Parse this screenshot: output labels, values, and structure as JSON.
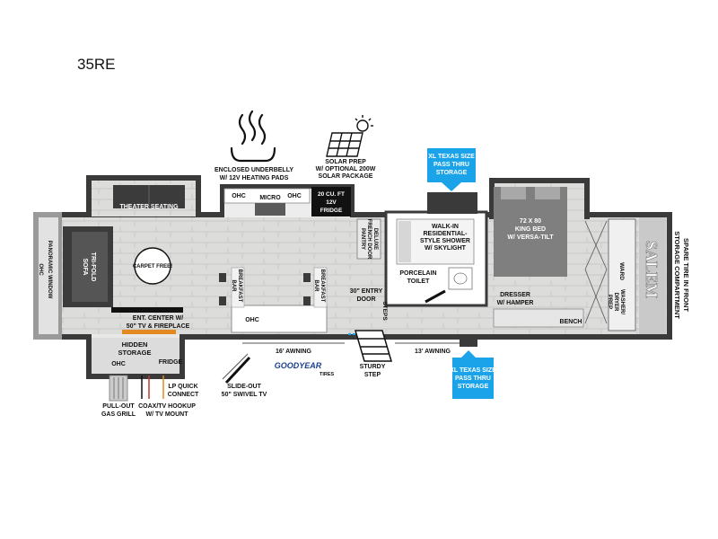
{
  "model": "35RE",
  "icons": {
    "underbelly": {
      "icon": "heat-waves-icon",
      "line1": "ENCLOSED UNDERBELLY",
      "line2": "W/ 12V HEATING PADS"
    },
    "solar": {
      "icon": "solar-panel-icon",
      "line1": "SOLAR PREP",
      "line2": "W/ OPTIONAL 200W",
      "line3": "SOLAR PACKAGE"
    }
  },
  "callouts": {
    "pass_thru_top": {
      "line1": "XL TEXAS SIZE",
      "line2": "PASS THRU",
      "line3": "STORAGE",
      "color": "#1aa3e8"
    },
    "pass_thru_bottom": {
      "line1": "XL TEXAS SIZE",
      "line2": "PASS THRU",
      "line3": "STORAGE",
      "color": "#1aa3e8"
    }
  },
  "rooms": {
    "theater_seating": "THEATER SEATING",
    "ohc_kitchen_left": "OHC",
    "micro": "MICRO",
    "ohc_kitchen_right": "OHC",
    "fridge": {
      "line1": "20 CU. FT",
      "line2": "12V",
      "line3": "FRIDGE"
    },
    "pantry": {
      "line1": "DELUXE",
      "line2": "FRENCH DOOR",
      "line3": "PANTRY"
    },
    "shower": {
      "line1": "WALK-IN",
      "line2": "RESIDENTIAL-",
      "line3": "STYLE SHOWER",
      "line4": "W/ SKYLIGHT"
    },
    "bed": {
      "line1": "72 X 80",
      "line2": "KING BED",
      "line3": "W/ VERSA-TILT"
    },
    "panoramic_window": "PANORAMIC WINDOW",
    "ohc_front": "OHC",
    "sofa": {
      "line1": "TRI-FOLD",
      "line2": "SOFA"
    },
    "carpet_free": "CARPET FREE!",
    "breakfast_bar_left": {
      "line1": "BREAKFAST",
      "line2": "BAR"
    },
    "breakfast_bar_right": {
      "line1": "BREAKFAST",
      "line2": "BAR"
    },
    "ohc_island": "OHC",
    "entry_door": {
      "line1": "30\" ENTRY",
      "line2": "DOOR"
    },
    "toilet": {
      "line1": "PORCELAIN",
      "line2": "TOILET"
    },
    "steps": "STEPS",
    "dresser": {
      "line1": "DRESSER",
      "line2": "W/ HAMPER"
    },
    "bench": "BENCH",
    "ward": "WARD",
    "washer_dryer": {
      "line1": "WASHER/",
      "line2": "DRYER",
      "line3": "PREP"
    },
    "ent_center": {
      "line1": "ENT. CENTER W/",
      "line2": "50\" TV & FIREPLACE"
    },
    "hidden_storage": {
      "line1": "HIDDEN",
      "line2": "STORAGE"
    },
    "ohc_storage": "OHC",
    "fridge_outdoor": "FRIDGE",
    "spare_tire": {
      "line1": "SPARE TIRE IN FRONT",
      "line2": "STORAGE COMPARTMENT"
    }
  },
  "exterior": {
    "awning_16": "16' AWNING",
    "awning_13": "13' AWNING",
    "tire_brand": "GOODYEAR",
    "tire_sub": "TIRES",
    "sturdy_step": {
      "line1": "STURDY",
      "line2": "STEP"
    },
    "lp_quick": {
      "line1": "LP QUICK",
      "line2": "CONNECT"
    },
    "slide_out_tv": {
      "line1": "SLIDE-OUT",
      "line2": "50\" SWIVEL TV"
    },
    "grill": {
      "line1": "PULL-OUT",
      "line2": "GAS GRILL"
    },
    "coax": {
      "line1": "COAX/TV HOOKUP",
      "line2": "W/ TV MOUNT"
    }
  },
  "brand": "SALEM"
}
